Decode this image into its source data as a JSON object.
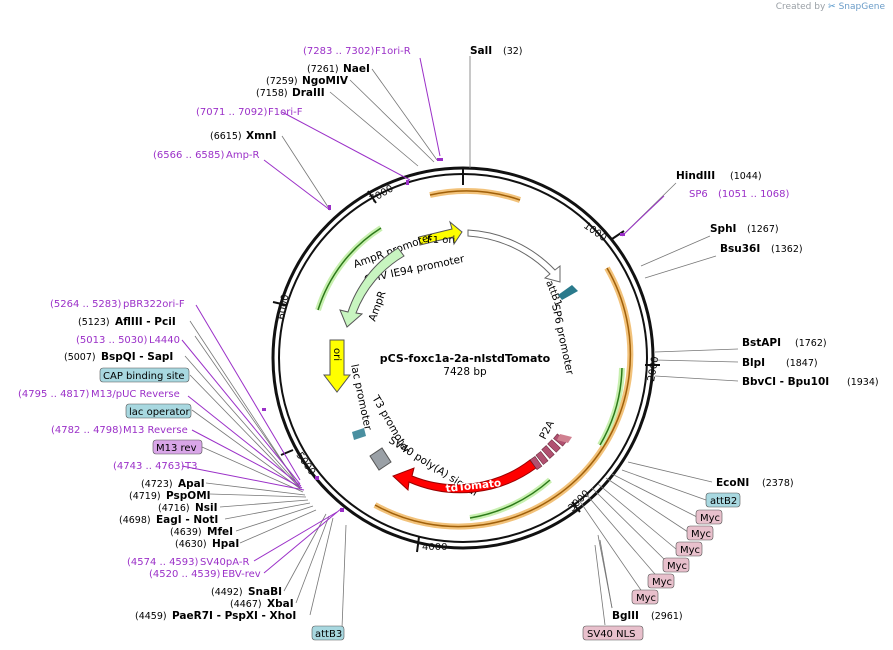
{
  "credit": "Created by",
  "brand": "SnapGene",
  "plasmid": {
    "name": "pCS-foxc1a-2a-nlstdTomato",
    "size": "7428 bp",
    "length": 7428
  },
  "ticks": [
    "1000",
    "2000",
    "3000",
    "4000",
    "5000",
    "6000",
    "7000"
  ],
  "feature_labels": {
    "f1ori": "F1 ori",
    "ampr_promoter": "AmpR promoter",
    "cmv": "CMV IE94 promoter",
    "ampr": "AmpR",
    "ori": "ori",
    "attb1": "attB1",
    "sp6_promoter": "SP6 promoter",
    "lac_promoter": "lac promoter",
    "t3_promoter": "T3 promoter",
    "sv40pa": "SV40 poly(A) signal",
    "tdtomato": "tdTomato",
    "p2a": "P2A"
  },
  "right_labels": [
    {
      "name": "SalI",
      "pos": "(32)"
    },
    {
      "name": "HindIII",
      "pos": "(1044)"
    },
    {
      "name": "SP6",
      "pos": "(1051 .. 1068)",
      "primer": true
    },
    {
      "name": "SphI",
      "pos": "(1267)"
    },
    {
      "name": "Bsu36I",
      "pos": "(1362)"
    },
    {
      "name": "BstAPI",
      "pos": "(1762)"
    },
    {
      "name": "BlpI",
      "pos": "(1847)"
    },
    {
      "name": "BbvCI - Bpu10I",
      "pos": "(1934)"
    },
    {
      "name": "EcoNI",
      "pos": "(2378)"
    },
    {
      "name": "BglII",
      "pos": "(2961)"
    }
  ],
  "left_labels": [
    {
      "name": "F1ori-R",
      "pos": "(7283 .. 7302)",
      "primer": true
    },
    {
      "name": "NaeI",
      "pos": "(7261)"
    },
    {
      "name": "NgoMIV",
      "pos": "(7259)"
    },
    {
      "name": "DraIII",
      "pos": "(7158)"
    },
    {
      "name": "F1ori-F",
      "pos": "(7071 .. 7092)",
      "primer": true
    },
    {
      "name": "XmnI",
      "pos": "(6615)"
    },
    {
      "name": "Amp-R",
      "pos": "(6566 .. 6585)",
      "primer": true
    },
    {
      "name": "pBR322ori-F",
      "pos": "(5264 .. 5283)",
      "primer": true
    },
    {
      "name": "AflIII - PciI",
      "pos": "(5123)"
    },
    {
      "name": "L4440",
      "pos": "(5013 .. 5030)",
      "primer": true
    },
    {
      "name": "BspQI - SapI",
      "pos": "(5007)"
    },
    {
      "name": "M13/pUC Reverse",
      "pos": "(4795 .. 4817)",
      "primer": true
    },
    {
      "name": "M13 Reverse",
      "pos": "(4782 .. 4798)",
      "primer": true
    },
    {
      "name": "T3",
      "pos": "(4743 .. 4763)",
      "primer": true
    },
    {
      "name": "ApaI",
      "pos": "(4723)"
    },
    {
      "name": "PspOMI",
      "pos": "(4719)"
    },
    {
      "name": "NsiI",
      "pos": "(4716)"
    },
    {
      "name": "EagI - NotI",
      "pos": "(4698)"
    },
    {
      "name": "MfeI",
      "pos": "(4639)"
    },
    {
      "name": "HpaI",
      "pos": "(4630)"
    },
    {
      "name": "SV40pA-R",
      "pos": "(4574 .. 4593)",
      "primer": true
    },
    {
      "name": "EBV-rev",
      "pos": "(4520 .. 4539)",
      "primer": true
    },
    {
      "name": "SnaBI",
      "pos": "(4492)"
    },
    {
      "name": "XbaI",
      "pos": "(4467)"
    },
    {
      "name": "PaeR7I - PspXI - XhoI",
      "pos": "(4459)"
    }
  ],
  "boxed_labels": [
    {
      "text": "CAP binding site",
      "color": "#a8d8e0"
    },
    {
      "text": "lac operator",
      "color": "#a8d8e0"
    },
    {
      "text": "M13 rev",
      "color": "#d9a6e8"
    },
    {
      "text": "attB3",
      "color": "#a8d8e0"
    },
    {
      "text": "attB2",
      "color": "#a8d8e0"
    },
    {
      "text": "Myc",
      "color": "#e8c0cc"
    },
    {
      "text": "SV40 NLS",
      "color": "#e8c0cc"
    }
  ]
}
